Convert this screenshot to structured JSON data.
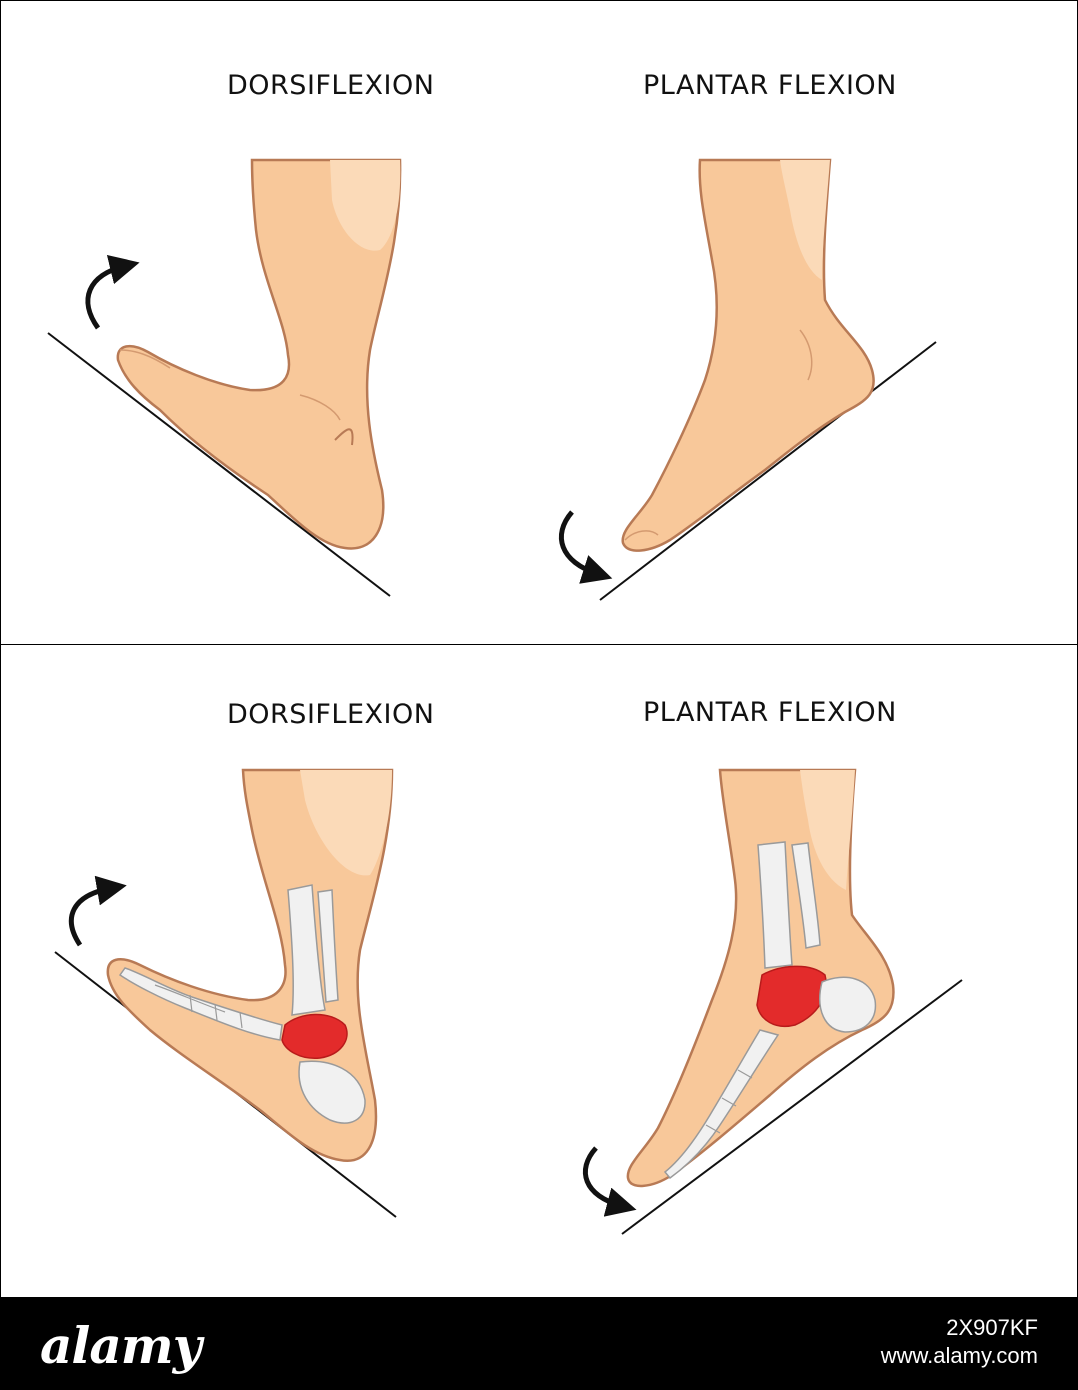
{
  "panels": {
    "top": {
      "left_label": "DORSIFLEXION",
      "right_label": "PLANTAR FLEXION"
    },
    "bottom": {
      "left_label": "DORSIFLEXION",
      "right_label": "PLANTAR FLEXION"
    }
  },
  "watermark": {
    "brand": "alamy",
    "image_id": "2X907KF",
    "site": "www.alamy.com"
  },
  "colors": {
    "skin": "#f8c89a",
    "skin_shadow": "#f2b889",
    "skin_outline": "#b87a55",
    "bone": "#f1f1f1",
    "bone_outline": "#9a9a9a",
    "joint": "#e32b2b",
    "banner": "#000000"
  },
  "icons": [
    "rotation-arrow-icon"
  ]
}
